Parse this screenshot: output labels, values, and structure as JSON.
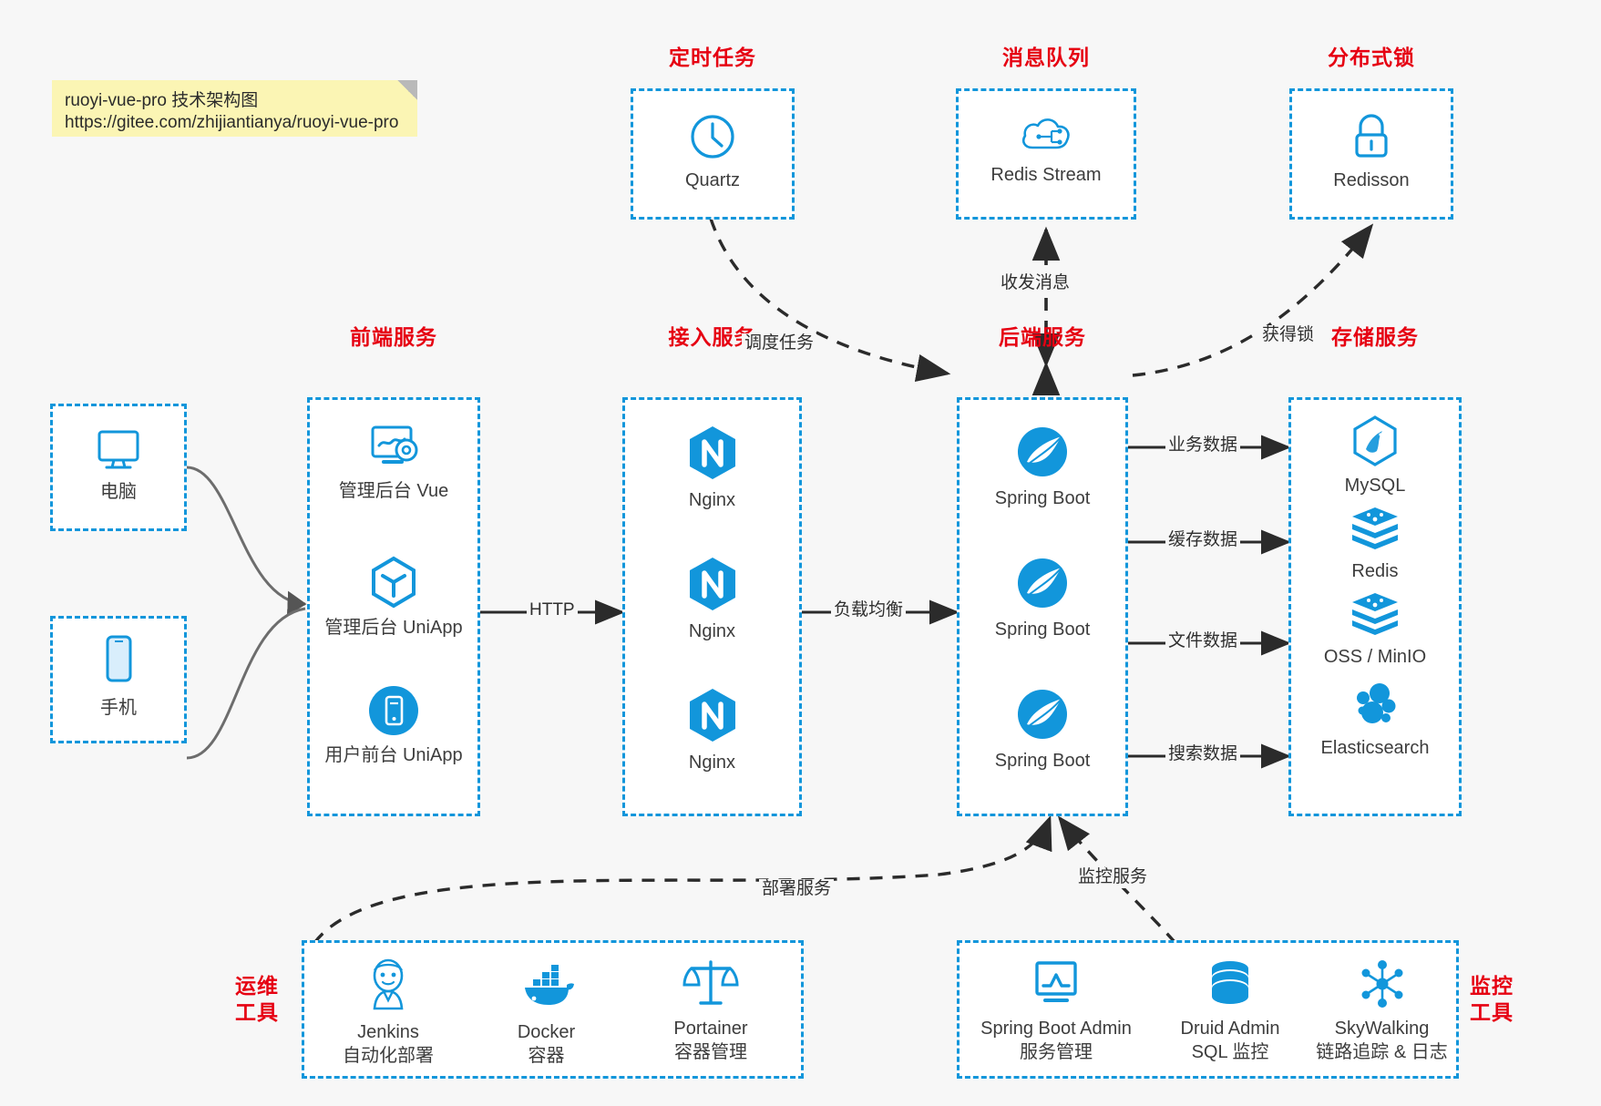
{
  "note": {
    "line1": "ruoyi-vue-pro 技术架构图",
    "line2": "https://gitee.com/zhijiantianya/ruoyi-vue-pro"
  },
  "groups": {
    "scheduler": {
      "title": "定时任务"
    },
    "mq": {
      "title": "消息队列"
    },
    "lock": {
      "title": "分布式锁"
    },
    "frontend": {
      "title": "前端服务"
    },
    "gateway": {
      "title": "接入服务"
    },
    "backend": {
      "title": "后端服务"
    },
    "storage": {
      "title": "存储服务"
    },
    "ops": {
      "title_l1": "运维",
      "title_l2": "工具"
    },
    "monitor": {
      "title_l1": "监控",
      "title_l2": "工具"
    }
  },
  "nodes": {
    "quartz": {
      "label": "Quartz",
      "icon": "clock-icon"
    },
    "redis_stream": {
      "label": "Redis Stream",
      "icon": "cloud-stream-icon"
    },
    "redisson": {
      "label": "Redisson",
      "icon": "lock-icon"
    },
    "pc": {
      "label": "电脑",
      "icon": "desktop-icon"
    },
    "mobile": {
      "label": "手机",
      "icon": "smartphone-icon"
    },
    "admin_vue": {
      "label": "管理后台 Vue",
      "icon": "dashboard-gear-icon"
    },
    "admin_uniapp": {
      "label": "管理后台 UniApp",
      "icon": "uniapp-cube-icon"
    },
    "user_uniapp": {
      "label": "用户前台 UniApp",
      "icon": "mobile-app-icon"
    },
    "nginx_1": {
      "label": "Nginx",
      "icon": "nginx-icon"
    },
    "nginx_2": {
      "label": "Nginx",
      "icon": "nginx-icon"
    },
    "nginx_3": {
      "label": "Nginx",
      "icon": "nginx-icon"
    },
    "spring_1": {
      "label": "Spring Boot",
      "icon": "spring-boot-icon"
    },
    "spring_2": {
      "label": "Spring Boot",
      "icon": "spring-boot-icon"
    },
    "spring_3": {
      "label": "Spring Boot",
      "icon": "spring-boot-icon"
    },
    "mysql": {
      "label": "MySQL",
      "icon": "mysql-icon"
    },
    "redis": {
      "label": "Redis",
      "icon": "redis-icon"
    },
    "oss": {
      "label": "OSS / MinIO",
      "icon": "oss-minio-icon"
    },
    "elasticsearch": {
      "label": "Elasticsearch",
      "icon": "elasticsearch-icon"
    },
    "jenkins": {
      "label": "Jenkins",
      "sub": "自动化部署",
      "icon": "jenkins-icon"
    },
    "docker": {
      "label": "Docker",
      "sub": "容器",
      "icon": "docker-icon"
    },
    "portainer": {
      "label": "Portainer",
      "sub": "容器管理",
      "icon": "portainer-scales-icon"
    },
    "sba": {
      "label": "Spring Boot Admin",
      "sub": "服务管理",
      "icon": "monitor-chart-icon"
    },
    "druid": {
      "label": "Druid Admin",
      "sub": "SQL 监控",
      "icon": "database-icon"
    },
    "skywalking": {
      "label": "SkyWalking",
      "sub": "链路追踪 & 日志",
      "icon": "skywalking-node-icon"
    }
  },
  "edges": {
    "http": "HTTP",
    "load_balance": "负载均衡",
    "schedule_task": "调度任务",
    "send_receive": "收发消息",
    "acquire_lock": "获得锁",
    "biz_data": "业务数据",
    "cache_data": "缓存数据",
    "file_data": "文件数据",
    "search_data": "搜索数据",
    "deploy_service": "部署服务",
    "monitor_service": "监控服务"
  },
  "colors": {
    "accent_blue": "#1296db",
    "title_red": "#e60012",
    "note_yellow": "#fbf5b4",
    "edge_dark": "#2b2b2b",
    "canvas_bg": "#f7f7f7"
  }
}
